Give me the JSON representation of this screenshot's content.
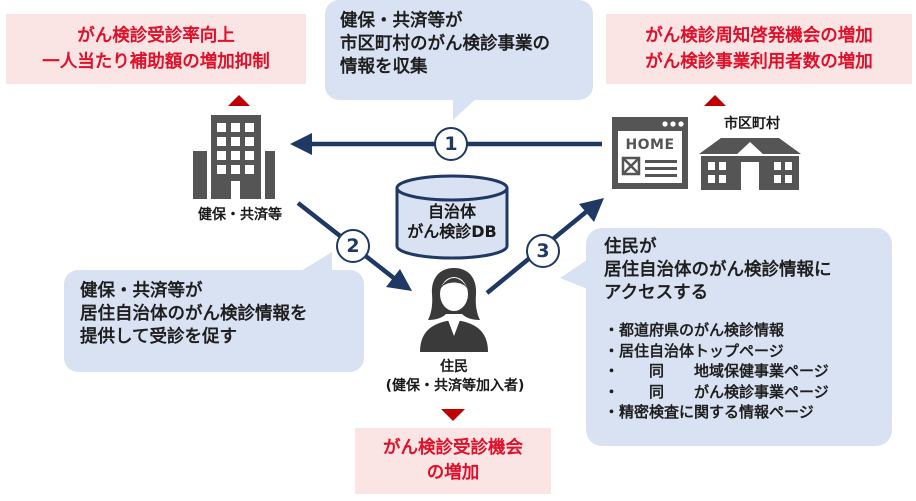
{
  "top_left_result": {
    "line1": "がん検診受診率向上",
    "line2": "一人当たり補助額の増加抑制"
  },
  "top_right_result": {
    "line1": "がん検診周知啓発機会の増加",
    "line2": "がん検診事業利用者数の増加"
  },
  "bottom_result": {
    "line1": "がん検診受診機会",
    "line2": "の増加"
  },
  "bubble1": {
    "line1": "健保・共済等が",
    "line2": "市区町村のがん検診事業の",
    "line3": "情報を収集"
  },
  "bubble2": {
    "line1": "健保・共済等が",
    "line2": "居住自治体のがん検診情報を",
    "line3": "提供して受診を促す"
  },
  "bubble3": {
    "line1": "住民が",
    "line2": "居住自治体のがん検診情報に",
    "line3": "アクセスする",
    "items": [
      "・都道府県のがん検診情報",
      "・居住自治体トップページ",
      "・　　同　　地域保健事業ページ",
      "・　　同　　がん検診事業ページ",
      "・精密検査に関する情報ページ"
    ]
  },
  "database": {
    "line1": "自治体",
    "line2": "がん検診DB"
  },
  "insurer": {
    "label": "健保・共済等",
    "icon": "office-building-icon"
  },
  "municipality": {
    "label": "市区町村",
    "home_text": "HOME",
    "icon": "town-hall-icon"
  },
  "resident": {
    "label": "住民",
    "sublabel": "(健保・共済等加入者)",
    "icon": "person-icon"
  },
  "steps": {
    "one": "1",
    "two": "2",
    "three": "3"
  },
  "colors": {
    "navy": "#1f3864",
    "red": "#e0102a",
    "pink_bg": "#fbe4e4",
    "bubble_bg": "#d9e2f3",
    "icon_gray": "#555555"
  }
}
